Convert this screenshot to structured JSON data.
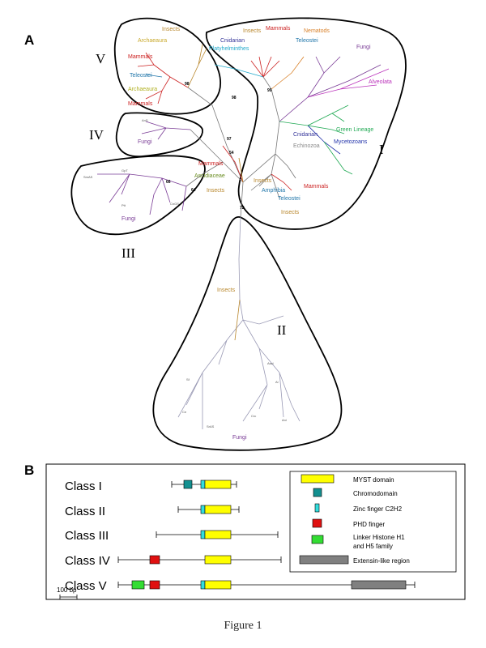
{
  "panel_a": {
    "label": "A",
    "clades": [
      {
        "id": "I",
        "label": "I"
      },
      {
        "id": "II",
        "label": "II"
      },
      {
        "id": "III",
        "label": "III"
      },
      {
        "id": "IV",
        "label": "IV"
      },
      {
        "id": "V",
        "label": "V"
      }
    ],
    "group_labels": [
      {
        "key": "v_insects",
        "text": "Insects",
        "color": "#b8862b"
      },
      {
        "key": "v_archaeo1",
        "text": "Archaeaura",
        "color": "#c8a82a"
      },
      {
        "key": "v_mammals1",
        "text": "Mammals",
        "color": "#cc2222"
      },
      {
        "key": "v_teleostei",
        "text": "Teleostei",
        "color": "#2277aa"
      },
      {
        "key": "v_archaeo2",
        "text": "Archaeaura",
        "color": "#b0b020"
      },
      {
        "key": "v_mammals2",
        "text": "Mammals",
        "color": "#cc2222"
      },
      {
        "key": "iv_fungi",
        "text": "Fungi",
        "color": "#7a3c96"
      },
      {
        "key": "iii_fungi",
        "text": "Fungi",
        "color": "#7a3c96"
      },
      {
        "key": "c_mammals",
        "text": "Mammals",
        "color": "#cc2222"
      },
      {
        "key": "c_ascidiaceae",
        "text": "Ascidiaceae",
        "color": "#6b8e23"
      },
      {
        "key": "c_insects",
        "text": "Insects",
        "color": "#b8862b"
      },
      {
        "key": "i_cnidarian_top",
        "text": "Cnidarian",
        "color": "#333399"
      },
      {
        "key": "i_platy",
        "text": "Platyhelminthes",
        "color": "#22aacc"
      },
      {
        "key": "i_insects_top",
        "text": "Insects",
        "color": "#b8862b"
      },
      {
        "key": "i_mammals_top",
        "text": "Mammals",
        "color": "#cc2222"
      },
      {
        "key": "i_nematods",
        "text": "Nematods",
        "color": "#d9822b"
      },
      {
        "key": "i_teleostei_top",
        "text": "Teleostei",
        "color": "#2277aa"
      },
      {
        "key": "i_fungi",
        "text": "Fungi",
        "color": "#7a3c96"
      },
      {
        "key": "i_alveolata",
        "text": "Alveolata",
        "color": "#bb33bb"
      },
      {
        "key": "i_green",
        "text": "Green Lineage",
        "color": "#22aa55"
      },
      {
        "key": "i_myceto",
        "text": "Mycetozoans",
        "color": "#2233aa"
      },
      {
        "key": "i_cnidarian_bot",
        "text": "Cnidarian",
        "color": "#333399"
      },
      {
        "key": "i_echinozoa",
        "text": "Echinozoa",
        "color": "#888888"
      },
      {
        "key": "i_insects_mid",
        "text": "Insects",
        "color": "#b8862b"
      },
      {
        "key": "i_amphibia",
        "text": "Amphibia",
        "color": "#2277aa"
      },
      {
        "key": "i_mammals_bot",
        "text": "Mammals",
        "color": "#cc2222"
      },
      {
        "key": "i_teleostei_bot",
        "text": "Teleostei",
        "color": "#2277aa"
      },
      {
        "key": "i_insects_bot",
        "text": "Insects",
        "color": "#b8862b"
      },
      {
        "key": "ii_insects",
        "text": "Insects",
        "color": "#b8862b"
      },
      {
        "key": "ii_fungi",
        "text": "Fungi",
        "color": "#7a3c96"
      }
    ]
  },
  "panel_b": {
    "label": "B",
    "classes": [
      "Class I",
      "Class II",
      "Class III",
      "Class IV",
      "Class V"
    ],
    "legend": [
      {
        "label": "MYST domain",
        "color": "#ffff00"
      },
      {
        "label": "Chromodomain",
        "color": "#139090"
      },
      {
        "label": "Zinc finger C2H2",
        "color": "#33dddd"
      },
      {
        "label": "PHD finger",
        "color": "#e01010"
      },
      {
        "label": "Linker Histone H1 and H5 family",
        "line1": "Linker Histone H1",
        "line2": "and H5 family",
        "color": "#33dd33"
      },
      {
        "label": "Extensin-like region",
        "color": "#808080"
      }
    ],
    "scale_label": "100 bp"
  },
  "caption": "Figure 1"
}
